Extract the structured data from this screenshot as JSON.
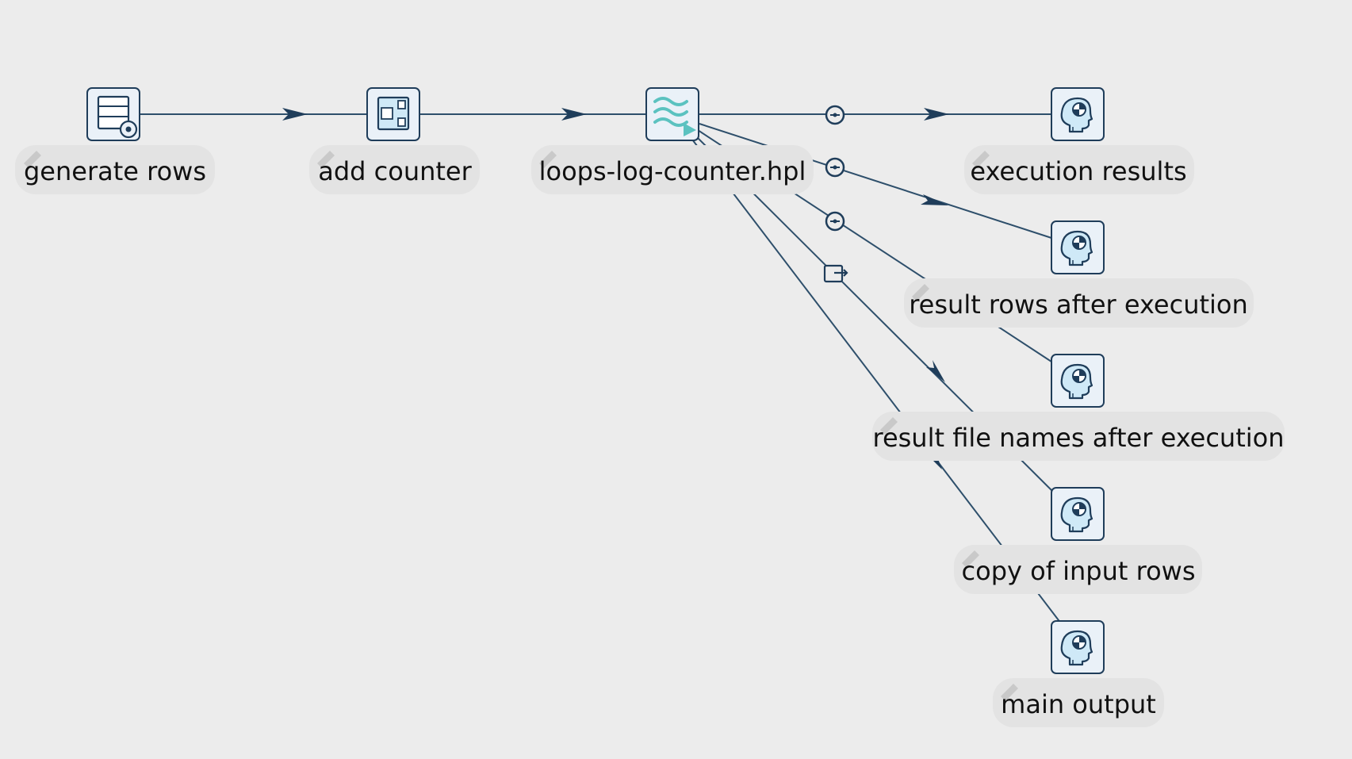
{
  "colors": {
    "background": "#ececec",
    "hop": "#2e4f6b",
    "icon_stroke": "#1f3d5a",
    "icon_fill": "#eaf1f8",
    "accent_teal": "#5bc2c0",
    "head_fill": "#cfe9f7"
  },
  "nodes": {
    "generate_rows": {
      "label": "generate rows",
      "icon": "generate-rows-icon"
    },
    "add_counter": {
      "label": "add counter",
      "icon": "add-counter-icon"
    },
    "pipeline_executor": {
      "label": "loops-log-counter.hpl",
      "icon": "pipeline-executor-icon"
    },
    "execution_results": {
      "label": "execution results",
      "icon": "dummy-head-icon"
    },
    "result_rows": {
      "label": "result rows after execution",
      "icon": "dummy-head-icon"
    },
    "result_file_names": {
      "label": "result file names after execution",
      "icon": "dummy-head-icon"
    },
    "copy_input_rows": {
      "label": "copy of input rows",
      "icon": "dummy-head-icon"
    },
    "main_output": {
      "label": "main output",
      "icon": "dummy-head-icon"
    }
  },
  "hops": [
    {
      "from": "generate rows",
      "to": "add counter",
      "marker": "none"
    },
    {
      "from": "add counter",
      "to": "loops-log-counter.hpl",
      "marker": "none"
    },
    {
      "from": "loops-log-counter.hpl",
      "to": "execution results",
      "marker": "info-icon"
    },
    {
      "from": "loops-log-counter.hpl",
      "to": "result rows after execution",
      "marker": "info-icon"
    },
    {
      "from": "loops-log-counter.hpl",
      "to": "result file names after execution",
      "marker": "info-icon"
    },
    {
      "from": "loops-log-counter.hpl",
      "to": "copy of input rows",
      "marker": "copy-icon"
    },
    {
      "from": "loops-log-counter.hpl",
      "to": "main output",
      "marker": "none"
    }
  ]
}
